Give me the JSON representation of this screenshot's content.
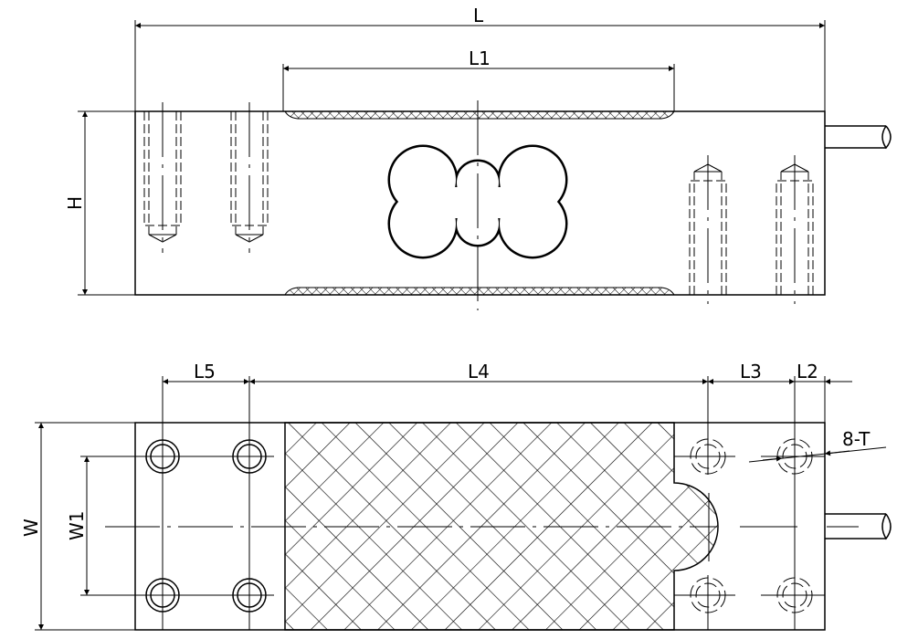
{
  "drawing": {
    "title": "Single point load cell dimension drawing",
    "dimensions": {
      "L": "L",
      "L1": "L1",
      "H": "H",
      "L2": "L2",
      "L3": "L3",
      "L4": "L4",
      "L5": "L5",
      "W": "W",
      "W1": "W1"
    },
    "callout": "8-T"
  }
}
